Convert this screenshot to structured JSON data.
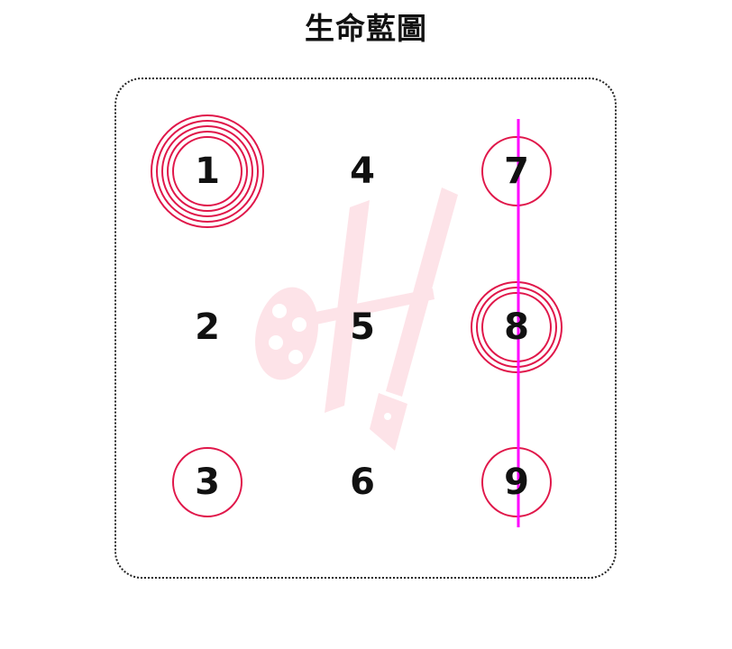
{
  "title": "生命藍圖",
  "colors": {
    "circle": "#e0174a",
    "line": "#ff00ff",
    "frame": "#222222",
    "watermark": "#fde3e8",
    "text": "#111111"
  },
  "cells": [
    {
      "number": "1",
      "rings": 5
    },
    {
      "number": "2",
      "rings": 0
    },
    {
      "number": "3",
      "rings": 1
    },
    {
      "number": "4",
      "rings": 0
    },
    {
      "number": "5",
      "rings": 0
    },
    {
      "number": "6",
      "rings": 0
    },
    {
      "number": "7",
      "rings": 1
    },
    {
      "number": "8",
      "rings": 3
    },
    {
      "number": "9",
      "rings": 1
    }
  ],
  "connections": [
    {
      "from": "7",
      "to": "9"
    }
  ],
  "watermark": {
    "icon": "h-pen-logo-icon"
  }
}
